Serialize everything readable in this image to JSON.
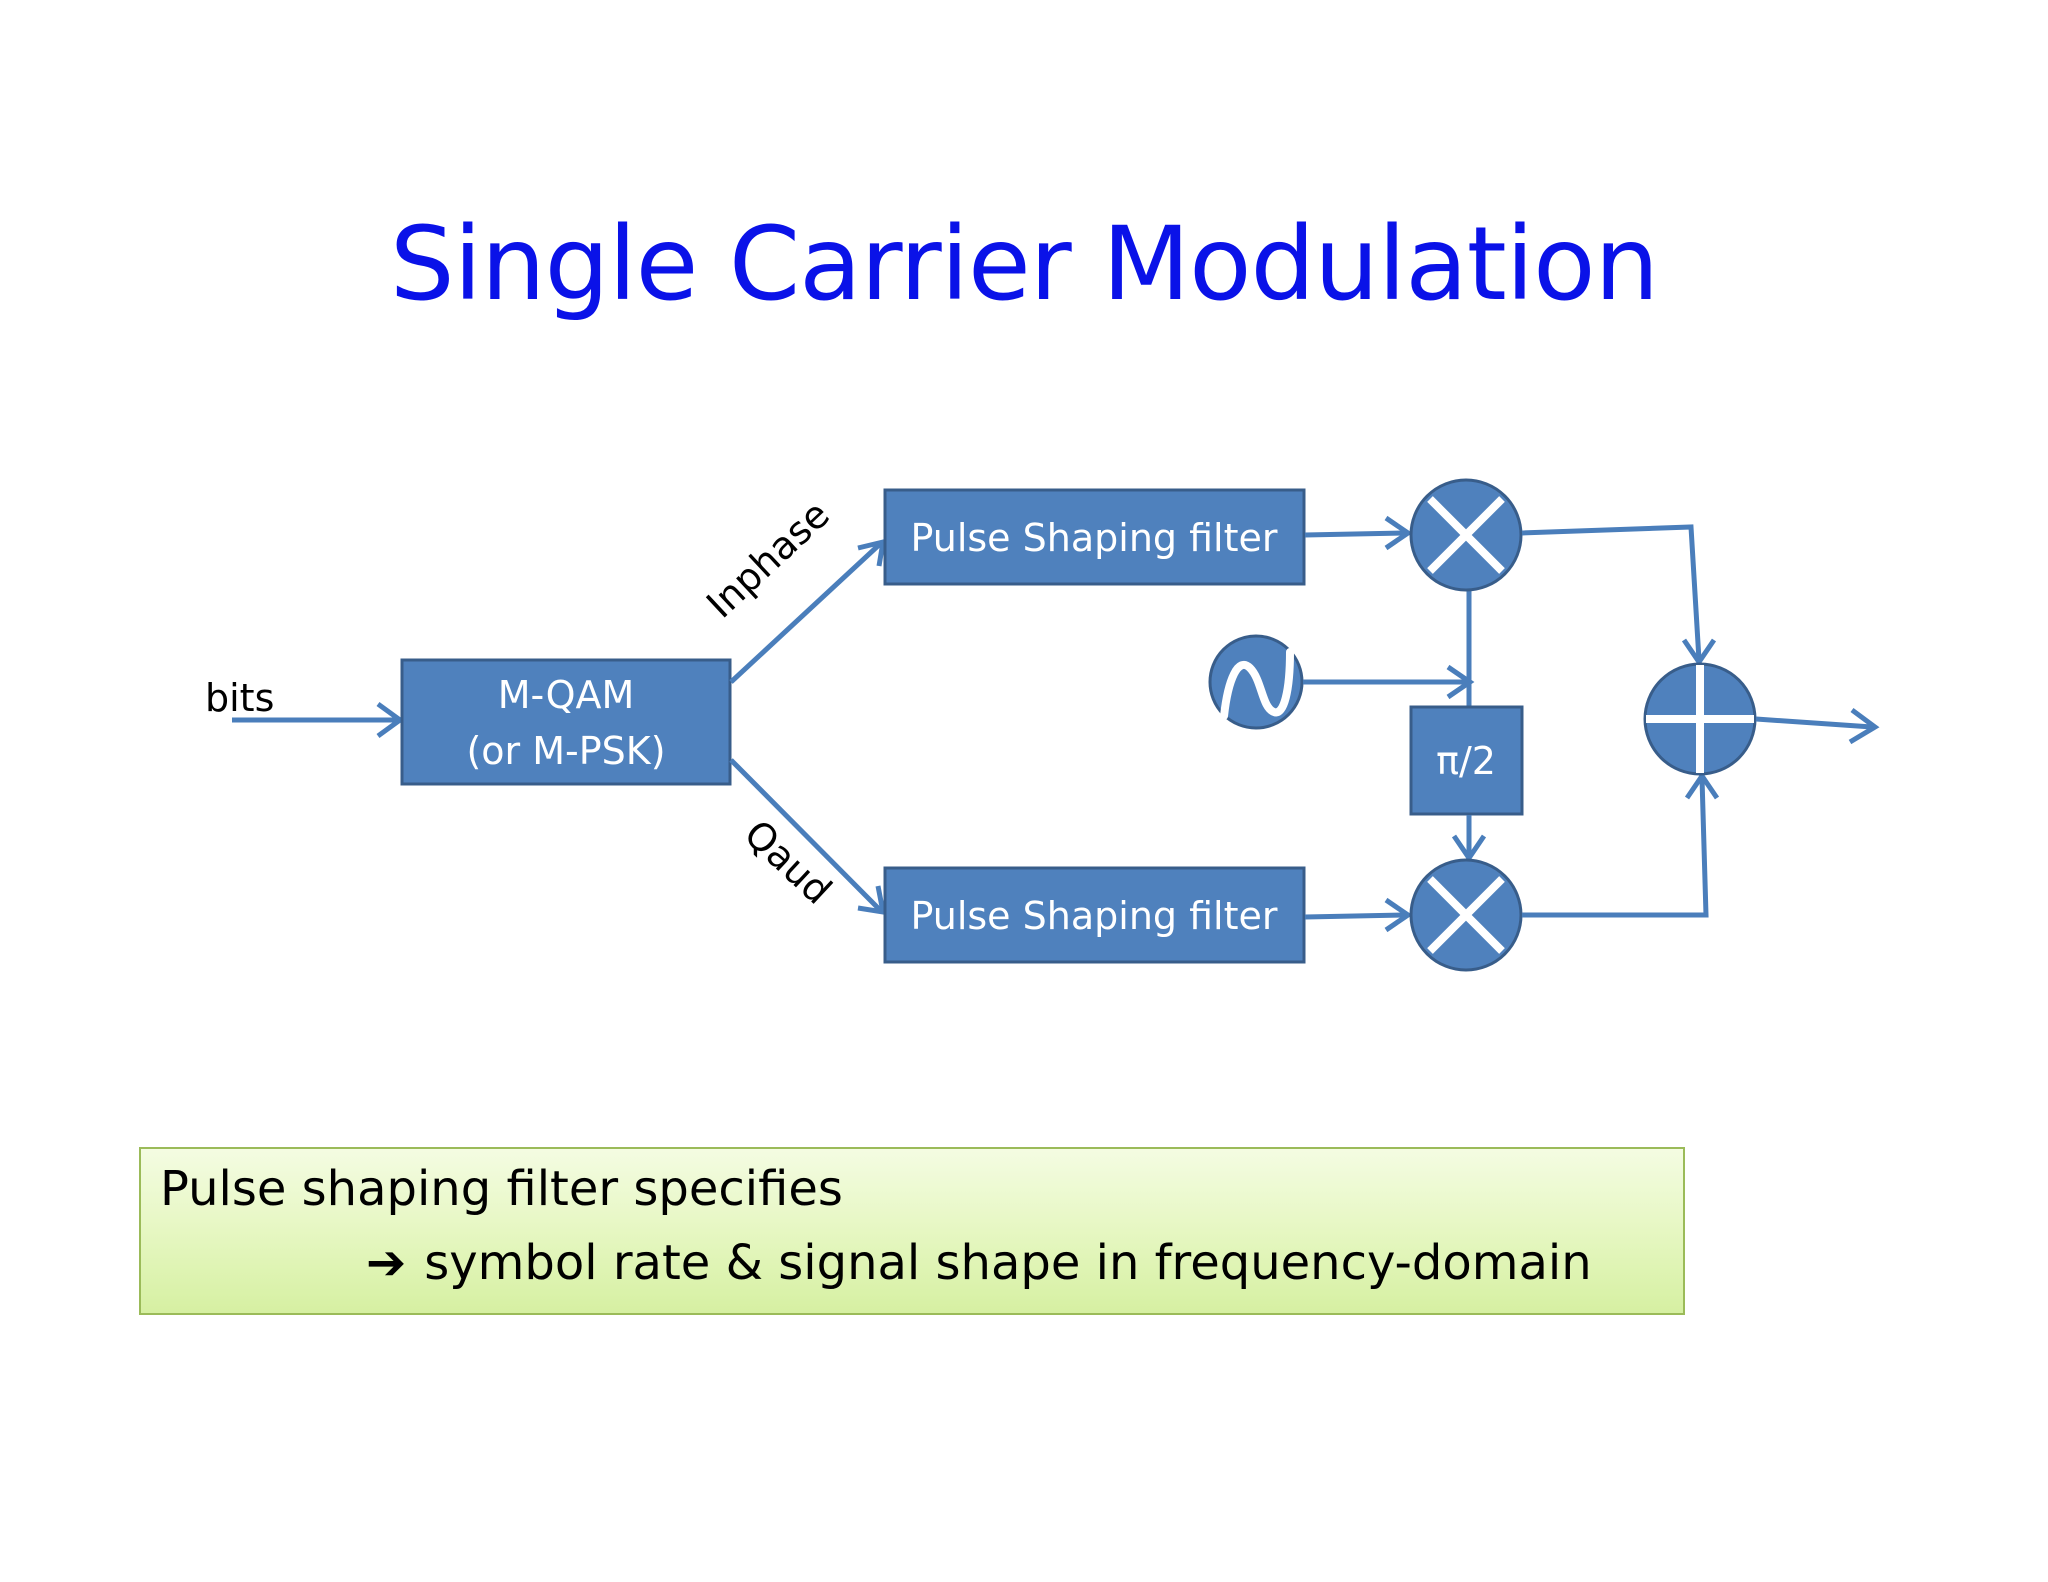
{
  "title": "Single Carrier Modulation",
  "diagram": {
    "input_label": "bits",
    "mapper_line1": "M-QAM",
    "mapper_line2": "(or M-PSK)",
    "inphase_label": "Inphase",
    "quad_label": "Qaud",
    "filter_top": "Pulse Shaping filter",
    "filter_bottom": "Pulse Shaping filter",
    "phase_shift": "π/2",
    "oscillator_icon": "sine-wave-icon",
    "mixer_icon": "multiply-icon",
    "adder_icon": "plus-icon",
    "colors": {
      "block_fill": "#4f81bd",
      "block_stroke": "#385d8a",
      "arrow": "#4a7ebb",
      "title": "#0a12e8"
    }
  },
  "note": {
    "line1": "Pulse shaping filter specifies",
    "arrow_glyph": "➔",
    "line2": "symbol rate & signal shape in frequency-domain",
    "colors": {
      "border": "#9bbb59",
      "fill_top": "#f4fce2",
      "fill_bottom": "#d6f0a2"
    }
  }
}
